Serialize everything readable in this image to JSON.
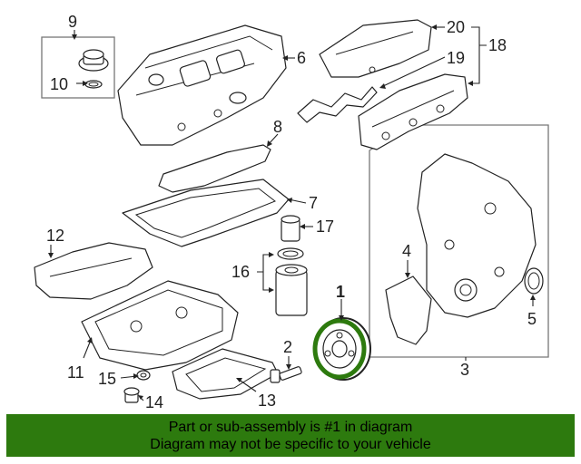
{
  "callouts": {
    "c1": "1",
    "c2": "2",
    "c3": "3",
    "c4": "4",
    "c5": "5",
    "c6": "6",
    "c7": "7",
    "c8": "8",
    "c9": "9",
    "c10": "10",
    "c11": "11",
    "c12": "12",
    "c13": "13",
    "c14": "14",
    "c15": "15",
    "c16": "16",
    "c17": "17",
    "c18": "18",
    "c19": "19",
    "c20": "20"
  },
  "highlight": {
    "part_number": "1",
    "color": "#2d7a0e"
  },
  "footer": {
    "line1": "Part or sub-assembly is #1 in diagram",
    "line2": "Diagram may not be specific to your vehicle",
    "background": "#2d7a0e"
  }
}
